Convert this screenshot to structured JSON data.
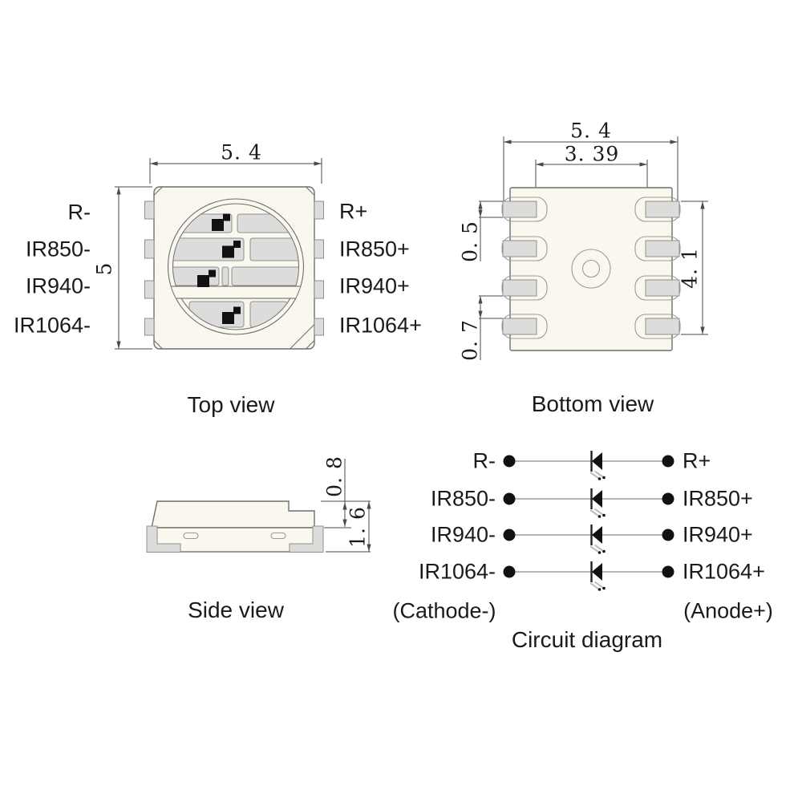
{
  "colors": {
    "body_fill": "#faf8ee",
    "pad_fill": "#dcdcda",
    "outline": "#6e6e6e",
    "dim_line": "#4a4a4a",
    "wire": "#9e9e9e",
    "die": "#111111",
    "text": "#1a1a1a"
  },
  "views": {
    "top": {
      "caption": "Top view",
      "dims": {
        "width": "5. 4",
        "height": "5"
      },
      "left_pins": [
        "R-",
        "IR850-",
        "IR940-",
        "IR1064-"
      ],
      "right_pins": [
        "R+",
        "IR850+",
        "IR940+",
        "IR1064+"
      ]
    },
    "bottom": {
      "caption": "Bottom view",
      "dims": {
        "width": "5. 4",
        "pad_span_x": "3. 39",
        "pad_height": "0. 5",
        "pad_gap": "0. 7",
        "pad_span_y": "4. 1"
      }
    },
    "side": {
      "caption": "Side view",
      "dims": {
        "top_height": "0. 8",
        "total_height": "1. 6"
      }
    },
    "circuit": {
      "caption": "Circuit diagram",
      "cathode_label": "(Cathode-)",
      "anode_label": "(Anode+)",
      "rows": [
        {
          "neg": "R-",
          "pos": "R+"
        },
        {
          "neg": "IR850-",
          "pos": "IR850+"
        },
        {
          "neg": "IR940-",
          "pos": "IR940+"
        },
        {
          "neg": "IR1064-",
          "pos": "IR1064+"
        }
      ]
    }
  }
}
